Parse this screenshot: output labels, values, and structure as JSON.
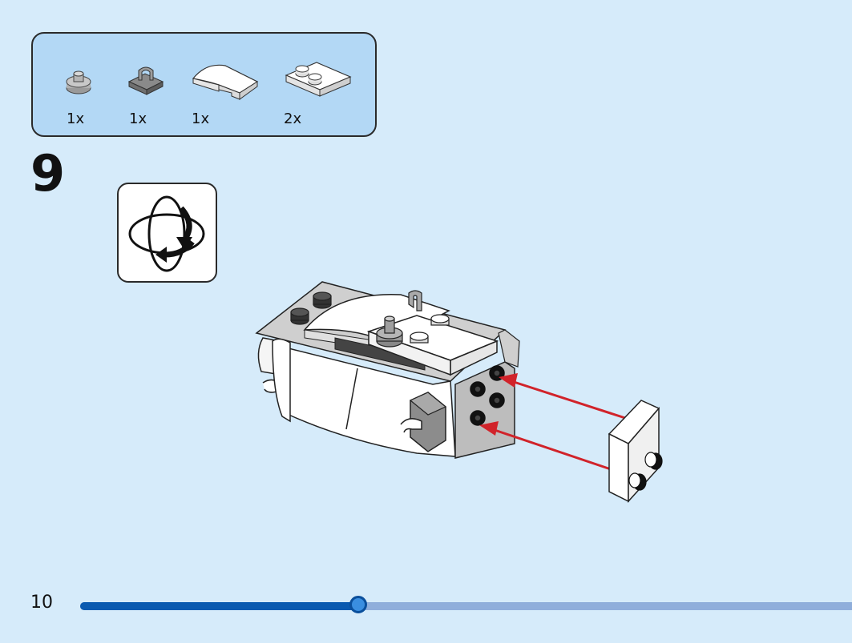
{
  "step": {
    "number": "9"
  },
  "page": {
    "number": "10"
  },
  "parts": [
    {
      "qty": "1x",
      "icon": "round-plate-stud-icon"
    },
    {
      "qty": "1x",
      "icon": "clip-plate-icon"
    },
    {
      "qty": "1x",
      "icon": "curved-slope-icon"
    },
    {
      "qty": "2x",
      "icon": "plate-two-studs-icon"
    }
  ],
  "rotate_hint": {
    "icon": "rotate-model-icon"
  },
  "progress": {
    "fraction": 0.36
  },
  "colors": {
    "background": "#d6ebfa",
    "panel": "#b3d8f5",
    "arrow": "#d1232a",
    "progress_fill": "#0a5ab0",
    "progress_track": "#8faedb"
  }
}
